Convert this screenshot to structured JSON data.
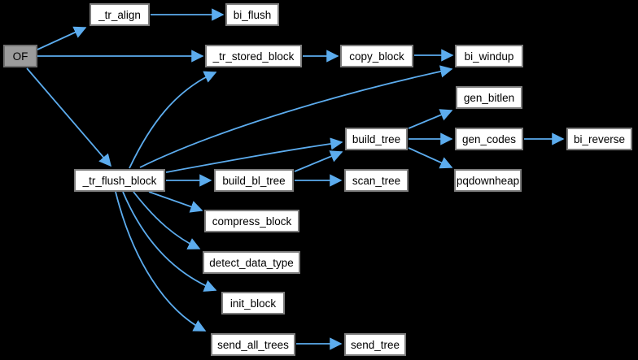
{
  "diagram": {
    "type": "call-graph",
    "background_color": "#000000",
    "edge_color": "#5CACEE",
    "node_fill_color": "#ffffff",
    "node_border_color": "#7d7d7d",
    "focus_node_fill_color": "#9c9c9c",
    "text_color": "#000000",
    "nodes": [
      {
        "id": "of",
        "label": "OF",
        "focus": true
      },
      {
        "id": "tr_align",
        "label": "_tr_align"
      },
      {
        "id": "bi_flush",
        "label": "bi_flush"
      },
      {
        "id": "tr_stored_block",
        "label": "_tr_stored_block"
      },
      {
        "id": "copy_block",
        "label": "copy_block"
      },
      {
        "id": "bi_windup",
        "label": "bi_windup"
      },
      {
        "id": "gen_bitlen",
        "label": "gen_bitlen"
      },
      {
        "id": "build_tree",
        "label": "build_tree"
      },
      {
        "id": "gen_codes",
        "label": "gen_codes"
      },
      {
        "id": "bi_reverse",
        "label": "bi_reverse"
      },
      {
        "id": "tr_flush_block",
        "label": "_tr_flush_block"
      },
      {
        "id": "build_bl_tree",
        "label": "build_bl_tree"
      },
      {
        "id": "scan_tree",
        "label": "scan_tree"
      },
      {
        "id": "pqdownheap",
        "label": "pqdownheap"
      },
      {
        "id": "compress_block",
        "label": "compress_block"
      },
      {
        "id": "detect_data_type",
        "label": "detect_data_type"
      },
      {
        "id": "init_block",
        "label": "init_block"
      },
      {
        "id": "send_all_trees",
        "label": "send_all_trees"
      },
      {
        "id": "send_tree",
        "label": "send_tree"
      }
    ],
    "edges": [
      {
        "from": "OF",
        "to": "_tr_align"
      },
      {
        "from": "OF",
        "to": "_tr_stored_block"
      },
      {
        "from": "OF",
        "to": "_tr_flush_block"
      },
      {
        "from": "_tr_align",
        "to": "bi_flush"
      },
      {
        "from": "_tr_stored_block",
        "to": "copy_block"
      },
      {
        "from": "copy_block",
        "to": "bi_windup"
      },
      {
        "from": "_tr_flush_block",
        "to": "_tr_stored_block"
      },
      {
        "from": "_tr_flush_block",
        "to": "bi_windup"
      },
      {
        "from": "_tr_flush_block",
        "to": "build_tree"
      },
      {
        "from": "_tr_flush_block",
        "to": "build_bl_tree"
      },
      {
        "from": "_tr_flush_block",
        "to": "compress_block"
      },
      {
        "from": "_tr_flush_block",
        "to": "detect_data_type"
      },
      {
        "from": "_tr_flush_block",
        "to": "init_block"
      },
      {
        "from": "_tr_flush_block",
        "to": "send_all_trees"
      },
      {
        "from": "build_bl_tree",
        "to": "build_tree"
      },
      {
        "from": "build_bl_tree",
        "to": "scan_tree"
      },
      {
        "from": "build_tree",
        "to": "gen_bitlen"
      },
      {
        "from": "build_tree",
        "to": "gen_codes"
      },
      {
        "from": "build_tree",
        "to": "pqdownheap"
      },
      {
        "from": "gen_codes",
        "to": "bi_reverse"
      },
      {
        "from": "send_all_trees",
        "to": "send_tree"
      }
    ]
  }
}
